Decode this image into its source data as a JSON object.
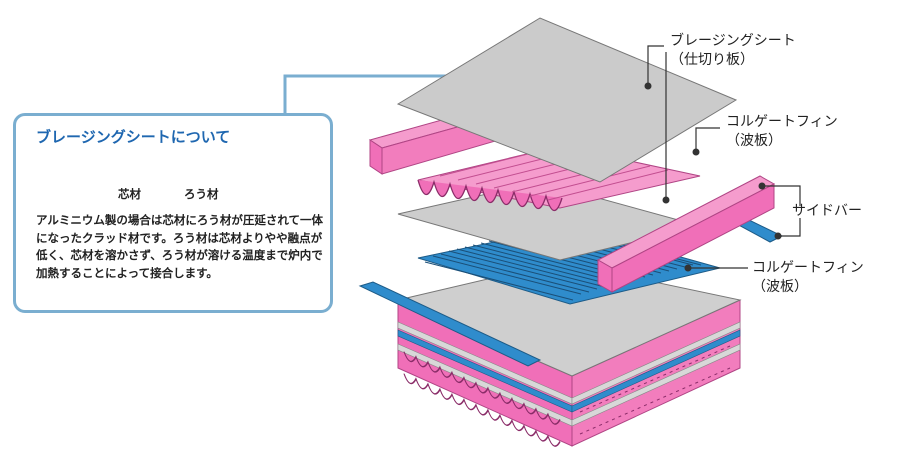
{
  "callout": {
    "title": "ブレージングシートについて",
    "core_label": "芯材",
    "filler_label": "ろう材",
    "body": "アルミニウム製の場合は芯材にろう材が圧延されて一体になったクラッド材です。ろう材は芯材よりやや融点が低く、芯材を溶かさず、ろう材が溶ける温度まで炉内で加熱することによって接合します。"
  },
  "labels": {
    "brazing_sheet_line1": "ブレージングシート",
    "brazing_sheet_line2": "（仕切り板）",
    "corrugated_fin_top_line1": "コルゲートフィン",
    "corrugated_fin_top_line2": "（波板）",
    "side_bar": "サイドバー",
    "corrugated_fin_bottom_line1": "コルゲートフィン",
    "corrugated_fin_bottom_line2": "（波板）"
  },
  "colors": {
    "callout_border": "#7aaed0",
    "callout_title": "#1f67b0",
    "pink_fin": "#f06fb8",
    "blue_fin": "#2f8ccc",
    "sheet_gray": "#c8c8c8"
  }
}
